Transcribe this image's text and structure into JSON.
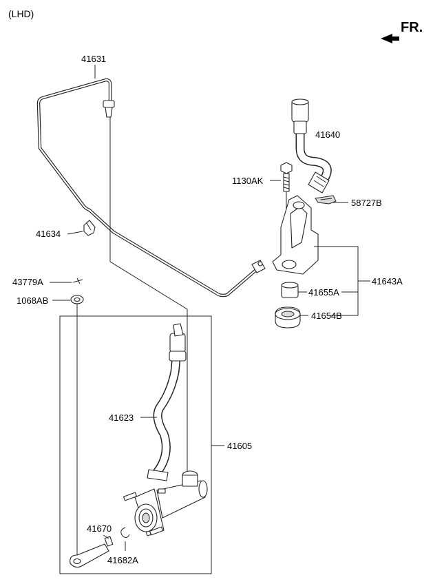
{
  "header": {
    "variant": "(LHD)",
    "direction": "FR."
  },
  "labels": {
    "p41631": "41631",
    "p41640": "41640",
    "p1130AK": "1130AK",
    "p58727B": "58727B",
    "p41634": "41634",
    "p41643A": "41643A",
    "p43779A": "43779A",
    "p41655A": "41655A",
    "p1068AB": "1068AB",
    "p41654B": "41654B",
    "p41623": "41623",
    "p41605": "41605",
    "p41670": "41670",
    "p41682A": "41682A"
  }
}
